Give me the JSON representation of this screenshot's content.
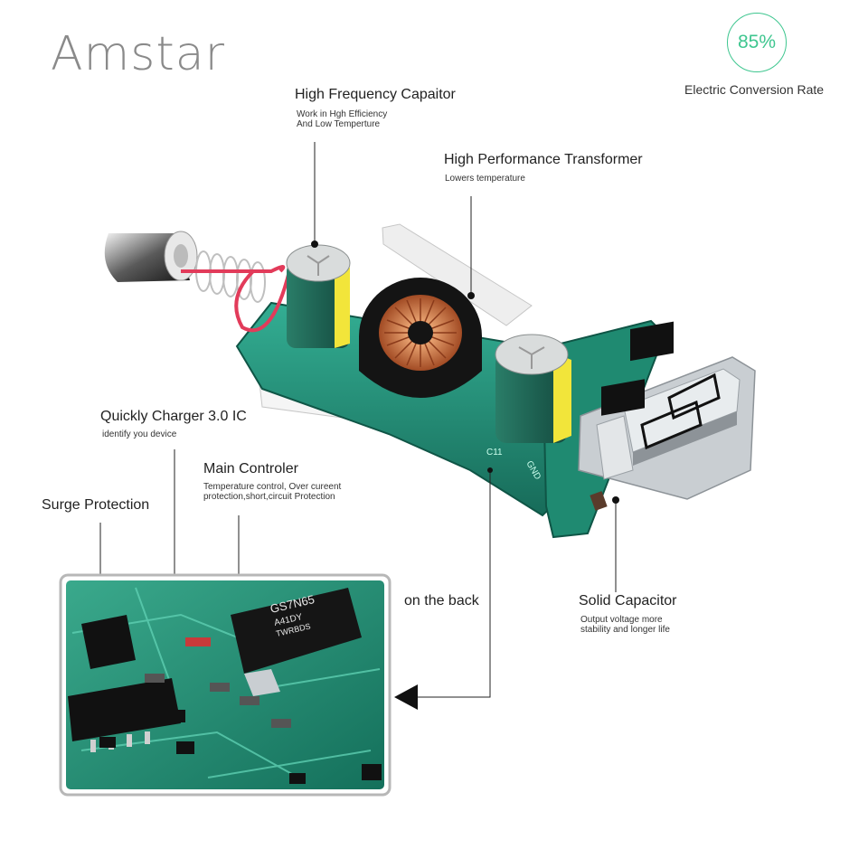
{
  "brand": "Amstar",
  "conversion": {
    "value": "85%",
    "label": "Electric Conversion Rate",
    "accent_color": "#3ec68f"
  },
  "callouts": {
    "capacitor": {
      "title": "High Frequency Capaitor",
      "line1": "Work in Hgh Efficiency",
      "line2": "And Low Temperture"
    },
    "transformer": {
      "title": "High Performance Transformer",
      "line1": "Lowers temperature"
    },
    "qc_ic": {
      "title": "Quickly Charger 3.0 IC",
      "line1": "identify you device"
    },
    "main_controller": {
      "title": "Main Controler",
      "line1": "Temperature control, Over cureent",
      "line2": "protection,short,circuit Protection"
    },
    "surge": {
      "title": "Surge Protection"
    },
    "back": {
      "title": "on the back"
    },
    "solid_cap": {
      "title": "Solid Capacitor",
      "line1": "Output voltage more",
      "line2": "stability and longer life"
    }
  },
  "board_markings": {
    "chip_line1": "GS7N65",
    "chip_line2": "A41DY",
    "chip_line3": "TWRBDS",
    "gnd": "GND",
    "c11": "C11"
  },
  "colors": {
    "pcb": "#1e7f6a",
    "pcb_light": "#2ea68c",
    "capacitor_body": "#1f6b5a",
    "capacitor_stripe": "#f2e53a",
    "spring_wire": "#e23b5a",
    "usb_metal": "#c9ced2",
    "transformer_core": "#1b1b1b",
    "copper": "#c8663a"
  }
}
